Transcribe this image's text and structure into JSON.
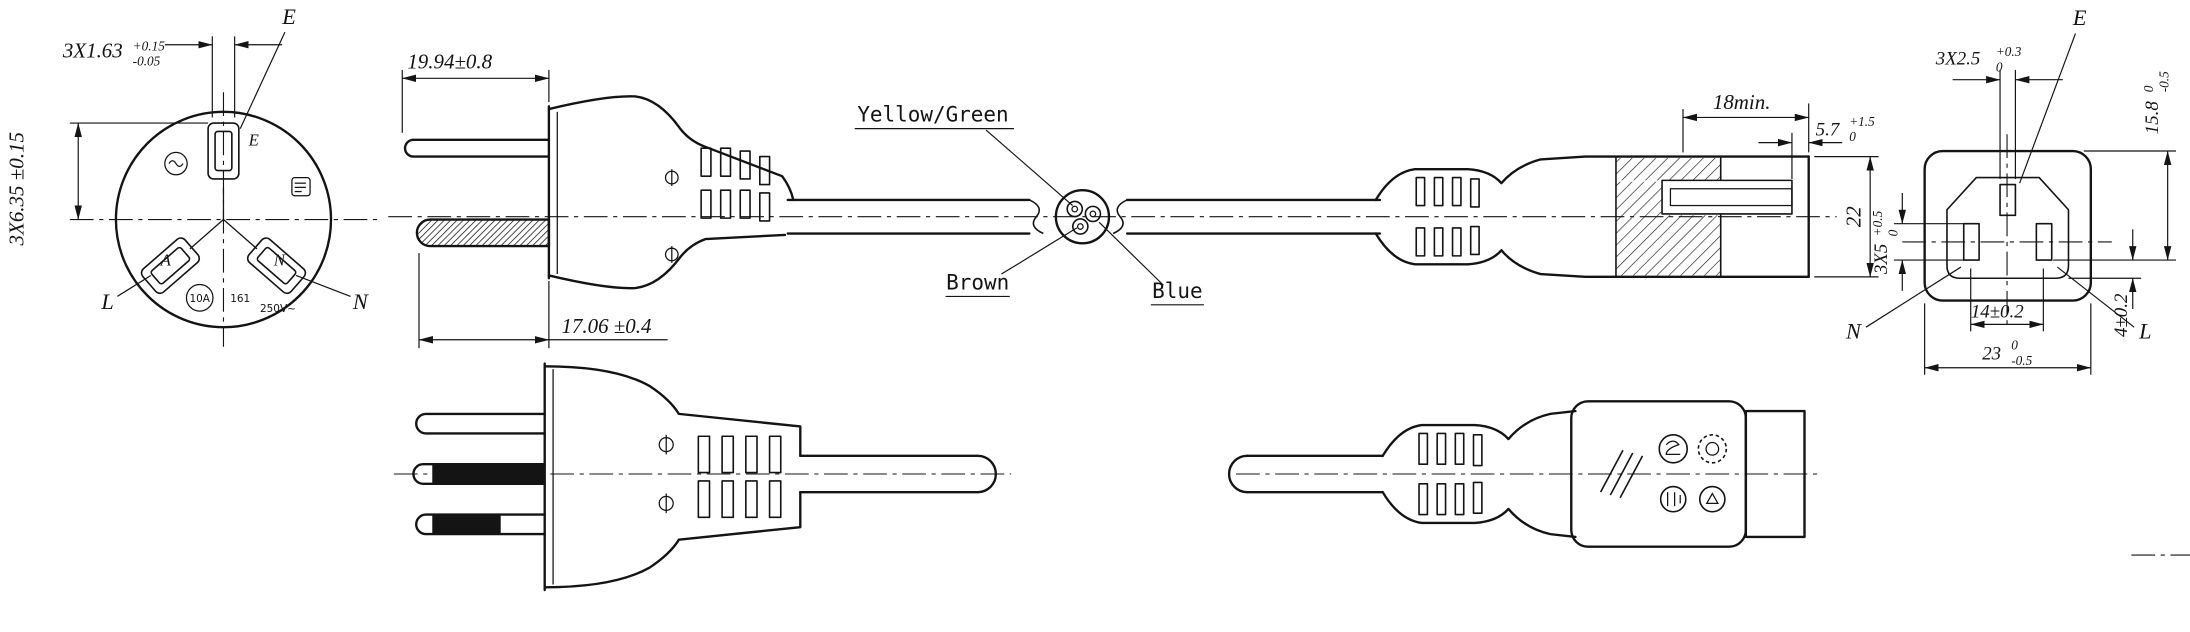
{
  "drawing": {
    "background": "#ffffff",
    "ink": "#141414"
  },
  "plug_face": {
    "dim_pin_width_value": "3X1.63",
    "dim_pin_width_tol_up": "+0.15",
    "dim_pin_width_tol_dn": "-0.05",
    "earth_label_top": "E",
    "earth_label_inner": "E",
    "dim_pin_length": "3X6.35 ±0.15",
    "live_label": "L",
    "neutral_label": "N",
    "pin_mark_a": "A",
    "pin_mark_n": "N",
    "rating_current": "10A",
    "mold_code": "161",
    "rating_voltage": "250V~"
  },
  "plug_side": {
    "dim_earth_pin": "19.94±0.8",
    "dim_pin": "17.06 ±0.4"
  },
  "cable": {
    "wire_earth": "Yellow/Green",
    "wire_live": "Brown",
    "wire_neutral": "Blue"
  },
  "c13_side": {
    "dim_depth": "18min.",
    "dim_face_value": "5.7",
    "dim_face_tol_up": "+1.5",
    "dim_face_tol_dn": "0",
    "dim_height": "22"
  },
  "c13_face": {
    "dim_slot_width_value": "3X2.5",
    "dim_slot_width_tol_up": "+0.3",
    "dim_slot_width_tol_dn": "0",
    "earth_label": "E",
    "dim_width_top_value": "15.8",
    "dim_width_top_tol_up": "0",
    "dim_width_top_tol_dn": "-0.5",
    "dim_slot_height_value": "3X5",
    "dim_slot_height_tol_up": "+0.5",
    "dim_slot_height_tol_dn": "0",
    "dim_pitch": "14±0.2",
    "dim_offset": "4±0.2",
    "neutral_label": "N",
    "live_label": "L",
    "dim_width_value": "23",
    "dim_width_tol_up": "0",
    "dim_width_tol_dn": "-0.5"
  }
}
